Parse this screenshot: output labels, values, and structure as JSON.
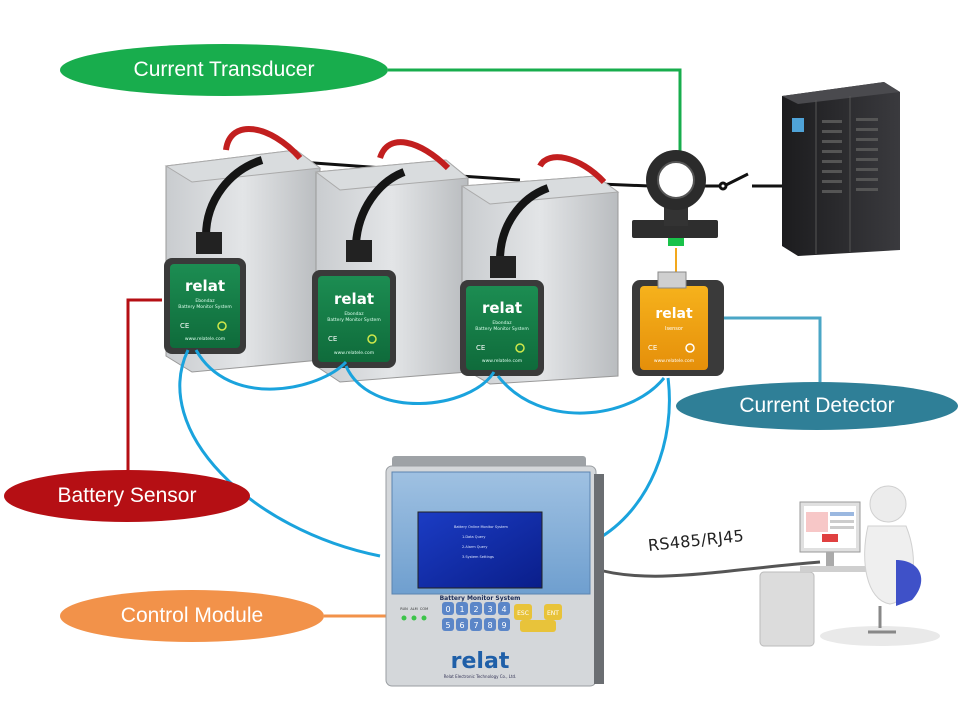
{
  "callouts": {
    "current_transducer": "Current Transducer",
    "current_detector": "Current Detector",
    "battery_sensor": "Battery Sensor",
    "control_module": "Control Module"
  },
  "link_label": "RS485/RJ45",
  "brand": "relat",
  "sensor_module": {
    "line1": "Ebondaz",
    "line2": "Battery Monitor System",
    "website": "www.relatele.com",
    "mark": "CE"
  },
  "detector_module": {
    "line1": "Isensor",
    "website": "www.relatele.com",
    "mark": "CE"
  },
  "control_unit": {
    "screen_title": "Battery Monitor System",
    "screen_menu": [
      "Battery Online Monitor System",
      "1.Data Query",
      "2.Alarm Query",
      "3.System Settings"
    ],
    "keys": [
      "0",
      "1",
      "2",
      "3",
      "4",
      "5",
      "6",
      "7",
      "8",
      "9"
    ],
    "esc_key": "ESC",
    "ent_key": "ENT",
    "leds": [
      "RUN",
      "ALM",
      "COM"
    ],
    "company": "Relat Electronic Technology Co., Ltd."
  },
  "colors": {
    "transducer": "#18ad4d",
    "detector": "#2f7f97",
    "sensor": "#b50f14",
    "control": "#f2924a",
    "bus": "#1aa3dd"
  }
}
